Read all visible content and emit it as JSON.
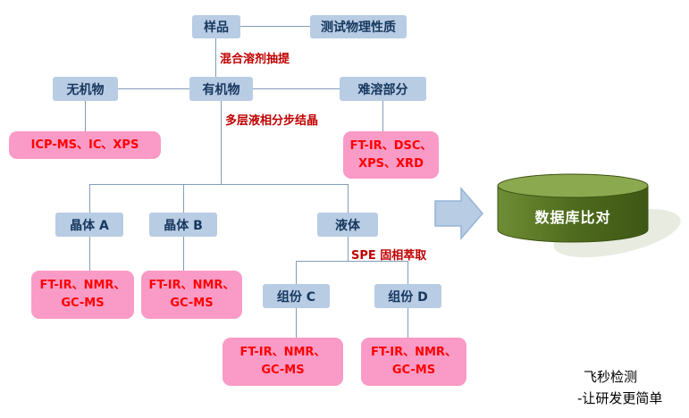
{
  "nodes": {
    "sample": "样品",
    "physical_test": "测试物理性质",
    "inorganic": "无机物",
    "organic": "有机物",
    "insoluble": "难溶部分",
    "crystal_a": "晶体 A",
    "crystal_b": "晶体 B",
    "liquid": "液体",
    "component_c": "组份 C",
    "component_d": "组份 D",
    "database": "数据库比对"
  },
  "process_labels": {
    "mixed_solvent_extraction": "混合溶剂抽提",
    "multilayer_crystallization": "多层液相分步结晶",
    "spe_extraction": "SPE 固相萃取"
  },
  "analysis_boxes": {
    "inorganic_tests": [
      "ICP-MS、IC、XPS"
    ],
    "insoluble_tests": [
      "FT-IR、DSC、",
      "XPS、XRD"
    ],
    "crystal_a_tests": [
      "FT-IR、NMR、",
      "GC-MS"
    ],
    "crystal_b_tests": [
      "FT-IR、NMR、",
      "GC-MS"
    ],
    "component_c_tests": [
      "FT-IR、NMR、",
      "GC-MS"
    ],
    "component_d_tests": [
      "FT-IR、NMR、",
      "GC-MS"
    ]
  },
  "footer": {
    "brand_line1": "飞秒检测",
    "brand_line2": "-让研发更简单"
  },
  "colors": {
    "node_fill": "#b8cce4",
    "node_text": "#17375e",
    "pink_fill": "#f99bc6",
    "pink_text": "#ff0000",
    "label_red": "#c00000",
    "connector": "#7f9db9",
    "arrow_fill": "#b8cce4",
    "arrow_border": "#95b3d7",
    "cylinder_top": "#8ba94e",
    "cylinder_body": "#4f6b1d",
    "database_text": "#ffffff"
  }
}
